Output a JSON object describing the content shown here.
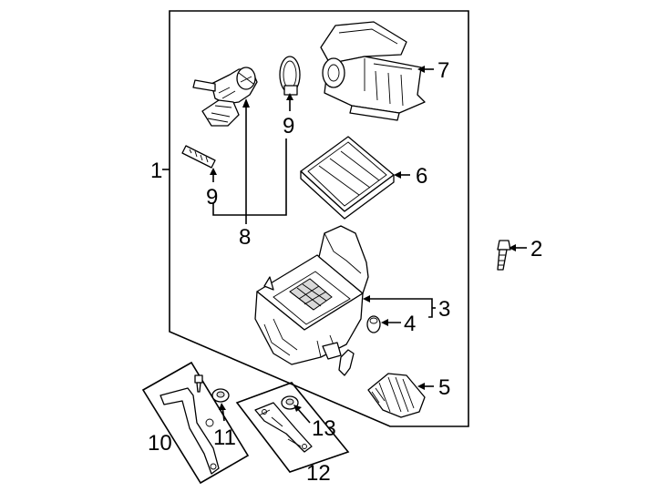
{
  "callouts": {
    "c1": "1",
    "c2": "2",
    "c3": "3",
    "c4": "4",
    "c5": "5",
    "c6": "6",
    "c7": "7",
    "c8": "8",
    "c9a": "9",
    "c9b": "9",
    "c10": "10",
    "c11": "11",
    "c12": "12",
    "c13": "13"
  },
  "parts": [
    {
      "callout": "1",
      "icon": "air-cleaner-assembly-icon"
    },
    {
      "callout": "2",
      "icon": "bolt-icon"
    },
    {
      "callout": "3",
      "icon": "air-cleaner-lower-housing-icon"
    },
    {
      "callout": "4",
      "icon": "grommet-icon"
    },
    {
      "callout": "5",
      "icon": "inlet-duct-icon"
    },
    {
      "callout": "6",
      "icon": "air-filter-element-icon"
    },
    {
      "callout": "7",
      "icon": "air-cleaner-cover-icon"
    },
    {
      "callout": "8",
      "icon": "outlet-hose-icon"
    },
    {
      "callout": "9",
      "icon": "hose-clamp-icon"
    },
    {
      "callout": "10",
      "icon": "mounting-bracket-icon"
    },
    {
      "callout": "11",
      "icon": "insulator-icon"
    },
    {
      "callout": "12",
      "icon": "support-bracket-icon"
    },
    {
      "callout": "13",
      "icon": "insulator-icon"
    }
  ]
}
